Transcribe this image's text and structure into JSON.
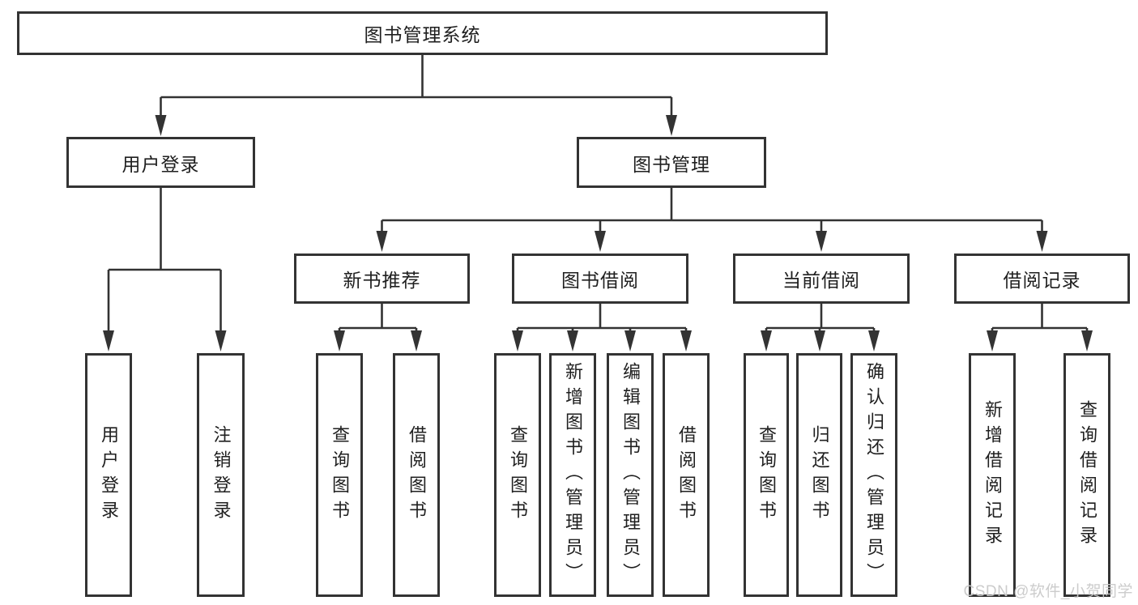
{
  "diagram": {
    "root": {
      "label": "图书管理系统"
    },
    "level2": [
      {
        "label": "用户登录"
      },
      {
        "label": "图书管理"
      }
    ],
    "level3": [
      {
        "label": "新书推荐"
      },
      {
        "label": "图书借阅"
      },
      {
        "label": "当前借阅"
      },
      {
        "label": "借阅记录"
      }
    ],
    "branches": {
      "user_login": {
        "children": [
          {
            "label": "用户登录"
          },
          {
            "label": "注销登录"
          }
        ]
      },
      "new_book_recommend": {
        "children": [
          {
            "label": "查询图书"
          },
          {
            "label": "借阅图书"
          }
        ]
      },
      "book_borrow": {
        "children": [
          {
            "label": "查询图书"
          },
          {
            "label": "新增图书（管理员）"
          },
          {
            "label": "编辑图书（管理员）"
          },
          {
            "label": "借阅图书"
          }
        ]
      },
      "current_borrow": {
        "children": [
          {
            "label": "查询图书"
          },
          {
            "label": "归还图书"
          },
          {
            "label": "确认归还（管理员）"
          }
        ]
      },
      "borrow_records": {
        "children": [
          {
            "label": "新增借阅记录"
          },
          {
            "label": "查询借阅记录"
          }
        ]
      }
    }
  },
  "watermark": {
    "text": "CSDN @软件_小贺同学"
  },
  "colors": {
    "line": "#333333",
    "box_border": "#333333",
    "text": "#1f1f1f",
    "watermark": "#c9c9c9",
    "background": "#ffffff"
  }
}
